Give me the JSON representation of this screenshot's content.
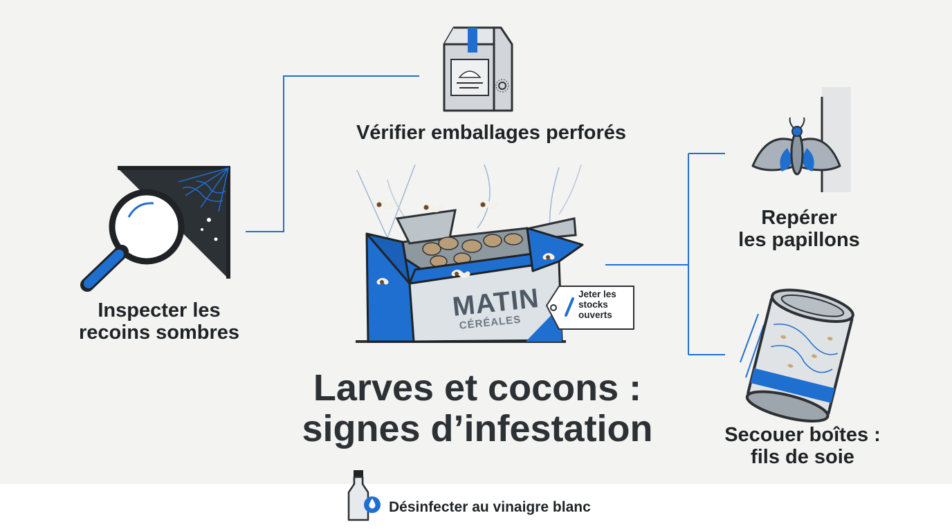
{
  "title": {
    "line1": "Larves et cocons :",
    "line2": "signes d’infestation"
  },
  "steps": {
    "packaging": {
      "label": "Vérifier emballages perforés",
      "icon": "cereal-bag-icon"
    },
    "corners": {
      "line1": "Inspecter les",
      "line2": "recoins sombres",
      "icon": "magnifier-cobweb-icon"
    },
    "moths": {
      "line1": "Repérer",
      "line2": "les papillons",
      "icon": "moth-icon"
    },
    "cans": {
      "line1": "Secouer boîtes :",
      "line2": "fils de soie",
      "icon": "tin-can-icon"
    }
  },
  "box": {
    "brand": "MATIN",
    "subtitle": "CÉRÉALES",
    "tag": {
      "line1": "Jeter les",
      "line2": "stocks",
      "line3": "ouverts"
    }
  },
  "footer": {
    "text": "Désinfecter au vinaigre blanc",
    "icon": "vinegar-bottle-icon"
  },
  "colors": {
    "accent": "#1f6fd1",
    "dark": "#1f2326",
    "gray": "#c9ced4",
    "background": "#f3f3f2"
  }
}
